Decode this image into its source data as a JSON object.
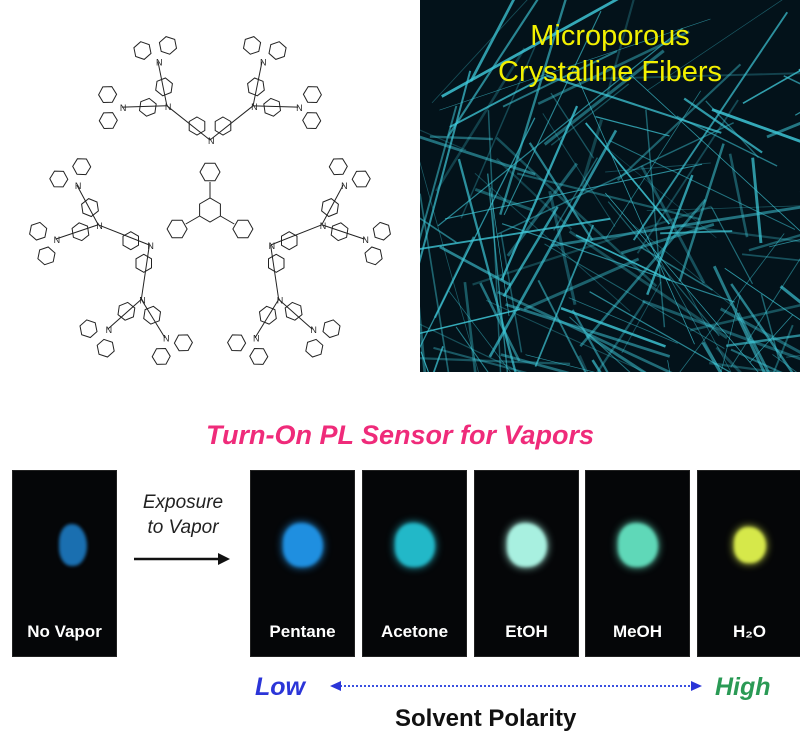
{
  "fiber_image": {
    "title_line1": "Microporous",
    "title_line2": "Crystalline Fibers"
  },
  "molecule_labels": {
    "nitrogen": "N"
  },
  "sensor": {
    "title": "Turn-On PL Sensor for Vapors",
    "exposure_line1": "Exposure",
    "exposure_line2": "to Vapor",
    "reference": {
      "label": "No Vapor",
      "color": "#1a6fb0"
    },
    "samples": [
      {
        "label": "Pentane",
        "color": "#1f8fe0"
      },
      {
        "label": "Acetone",
        "color": "#22b8c8"
      },
      {
        "label": "EtOH",
        "color": "#a8f0e0"
      },
      {
        "label": "MeOH",
        "color": "#5fd8b8"
      },
      {
        "label": "H₂O",
        "color": "#d6e84a"
      }
    ],
    "axis_low": "Low",
    "axis_high": "High",
    "axis_label": "Solvent Polarity"
  }
}
